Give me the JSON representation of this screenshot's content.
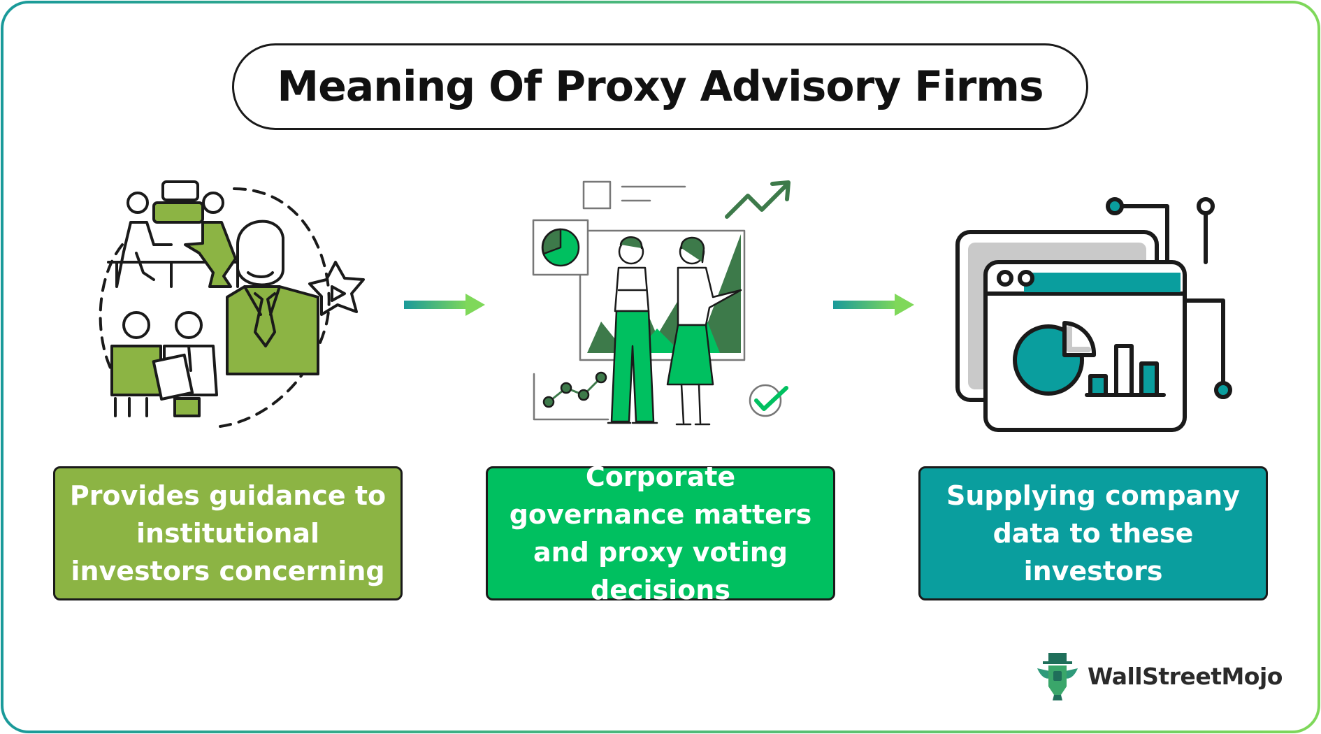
{
  "title": "Meaning Of Proxy Advisory Firms",
  "colors": {
    "frame_start": "#1a9a9a",
    "frame_end": "#7fd85a",
    "olive_green": "#8cb444",
    "bright_green": "#00c060",
    "teal": "#0a9e9e",
    "dark_green": "#3d7a4a",
    "outline": "#1a1a1a"
  },
  "steps": [
    {
      "icon": "meeting-people-icon",
      "text": "Provides guidance to institutional investors concerning",
      "color": "#8cb444"
    },
    {
      "icon": "presentation-people-icon",
      "text": "Corporate governance matters and proxy voting decisions",
      "color": "#00c060"
    },
    {
      "icon": "dashboard-windows-icon",
      "text": "Supplying company data to these investors",
      "color": "#0a9e9e"
    }
  ],
  "logo": {
    "text": "WallStreetMojo",
    "icon": "mascot-icon"
  }
}
